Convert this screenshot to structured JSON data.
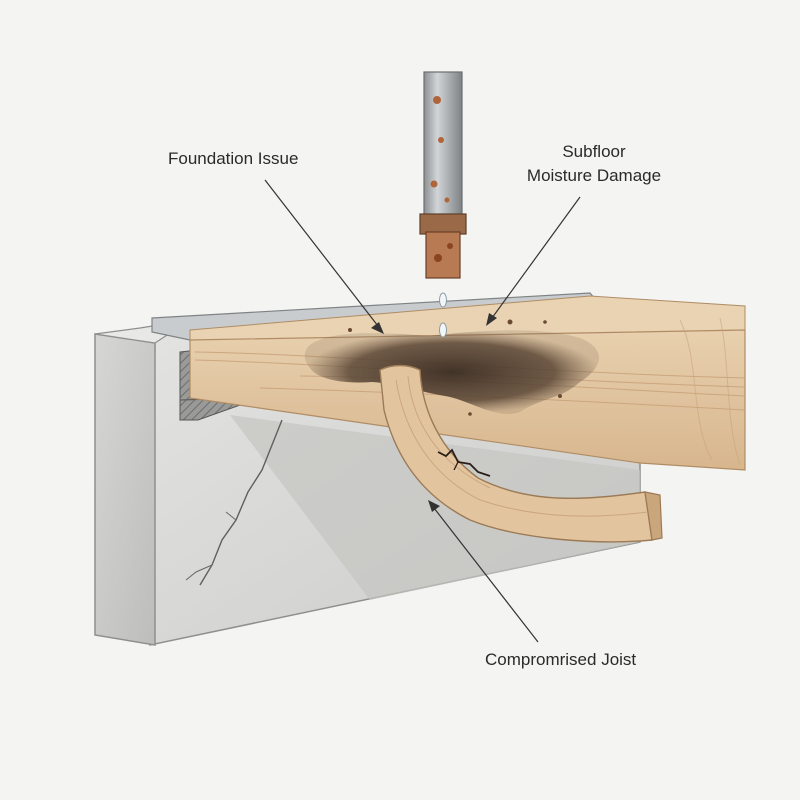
{
  "labels": {
    "foundation_issue": "Foundation Issue",
    "subfloor_line1": "Subfloor",
    "subfloor_line2": "Moisture Damage",
    "compromised_joist": "Compromrised Joist"
  },
  "icons": [
    "rusty-pipe-icon",
    "water-drip-icon"
  ],
  "colors": {
    "background": "#f4f4f2",
    "concrete": "#cfcfcd",
    "concrete_dark": "#a8a8a6",
    "wood": "#e2c8a6",
    "wood_dark": "#c9a27a",
    "stain": "#4a3a2e",
    "pipe": "#a9acae",
    "rust": "#b0643a",
    "line": "#333333"
  }
}
